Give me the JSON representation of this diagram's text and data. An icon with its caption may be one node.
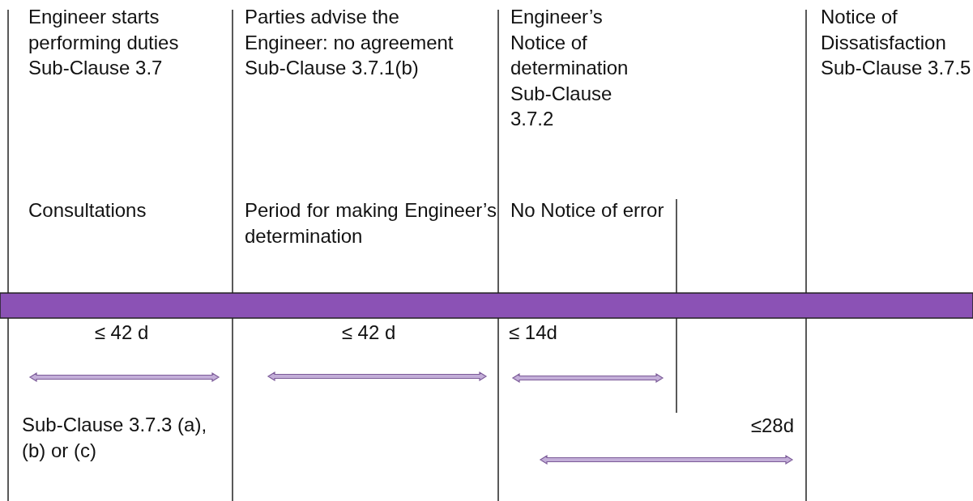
{
  "diagram": {
    "labels": [
      "Engineer starts performing duties Sub-Clause 3.7",
      "Parties advise the Engineer: no agreement Sub-Clause 3.7.1(b)",
      "Engineer’s Notice of determination Sub-Clause 3.7.2",
      "Notice of Dissatisfaction Sub-Clause 3.7.5",
      "Consultations",
      "Period for making Engineer’s determination",
      "No Notice of error",
      "≤ 42 d",
      "≤ 42 d",
      "≤ 14d",
      "≤28d",
      "Sub-Clause 3.7.3 (a), (b) or (c)"
    ]
  }
}
